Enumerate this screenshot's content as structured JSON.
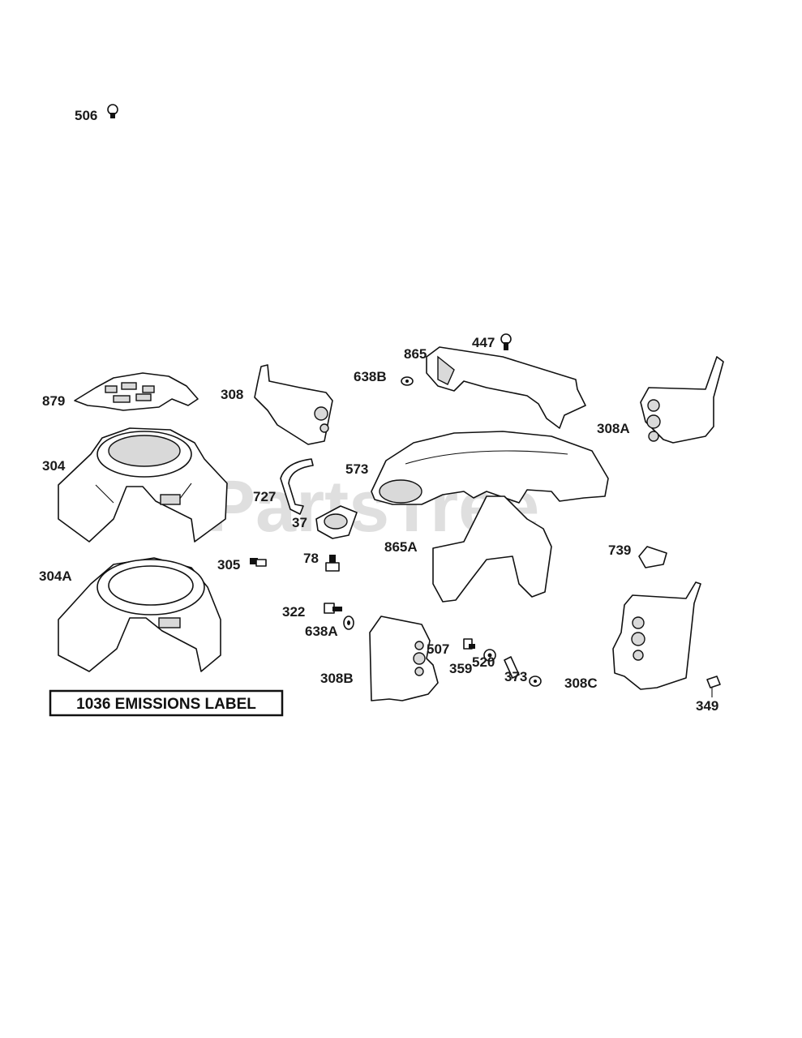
{
  "watermark": "PartsTree",
  "note_label": "1036 EMISSIONS LABEL",
  "parts": [
    {
      "id": "p506",
      "label": "506"
    },
    {
      "id": "p879",
      "label": "879"
    },
    {
      "id": "p304",
      "label": "304"
    },
    {
      "id": "p304A",
      "label": "304A"
    },
    {
      "id": "p308",
      "label": "308"
    },
    {
      "id": "p727",
      "label": "727"
    },
    {
      "id": "p37",
      "label": "37"
    },
    {
      "id": "p78",
      "label": "78"
    },
    {
      "id": "p305",
      "label": "305"
    },
    {
      "id": "p322",
      "label": "322"
    },
    {
      "id": "p638A",
      "label": "638A"
    },
    {
      "id": "p308B",
      "label": "308B"
    },
    {
      "id": "p865",
      "label": "865"
    },
    {
      "id": "p638B",
      "label": "638B"
    },
    {
      "id": "p447",
      "label": "447"
    },
    {
      "id": "p573",
      "label": "573"
    },
    {
      "id": "p865A",
      "label": "865A"
    },
    {
      "id": "p507",
      "label": "507"
    },
    {
      "id": "p359",
      "label": "359"
    },
    {
      "id": "p520",
      "label": "520"
    },
    {
      "id": "p373",
      "label": "373"
    },
    {
      "id": "p308A",
      "label": "308A"
    },
    {
      "id": "p739",
      "label": "739"
    },
    {
      "id": "p308C",
      "label": "308C"
    },
    {
      "id": "p349",
      "label": "349"
    }
  ]
}
